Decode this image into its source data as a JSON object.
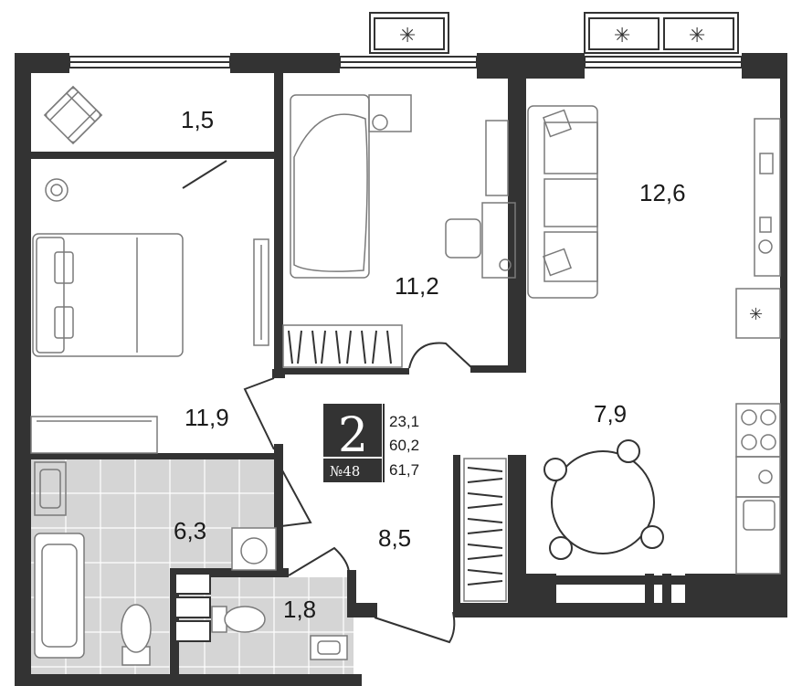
{
  "plan": {
    "room_count": "2",
    "apartment_number": "№48",
    "areas": [
      "23,1",
      "60,2",
      "61,7"
    ],
    "rooms": [
      {
        "id": "balcony",
        "area": "1,5"
      },
      {
        "id": "bedroom-left",
        "area": "11,9"
      },
      {
        "id": "bedroom-middle",
        "area": "11,2"
      },
      {
        "id": "living-room",
        "area": "12,6"
      },
      {
        "id": "kitchen",
        "area": "7,9"
      },
      {
        "id": "hallway",
        "area": "8,5"
      },
      {
        "id": "bathroom",
        "area": "6,3"
      },
      {
        "id": "toilet",
        "area": "1,8"
      }
    ],
    "ac_icon": "snowflake-icon",
    "colors": {
      "wall": "#333333",
      "tile": "#d5d5d5",
      "badge": "#333333"
    }
  }
}
